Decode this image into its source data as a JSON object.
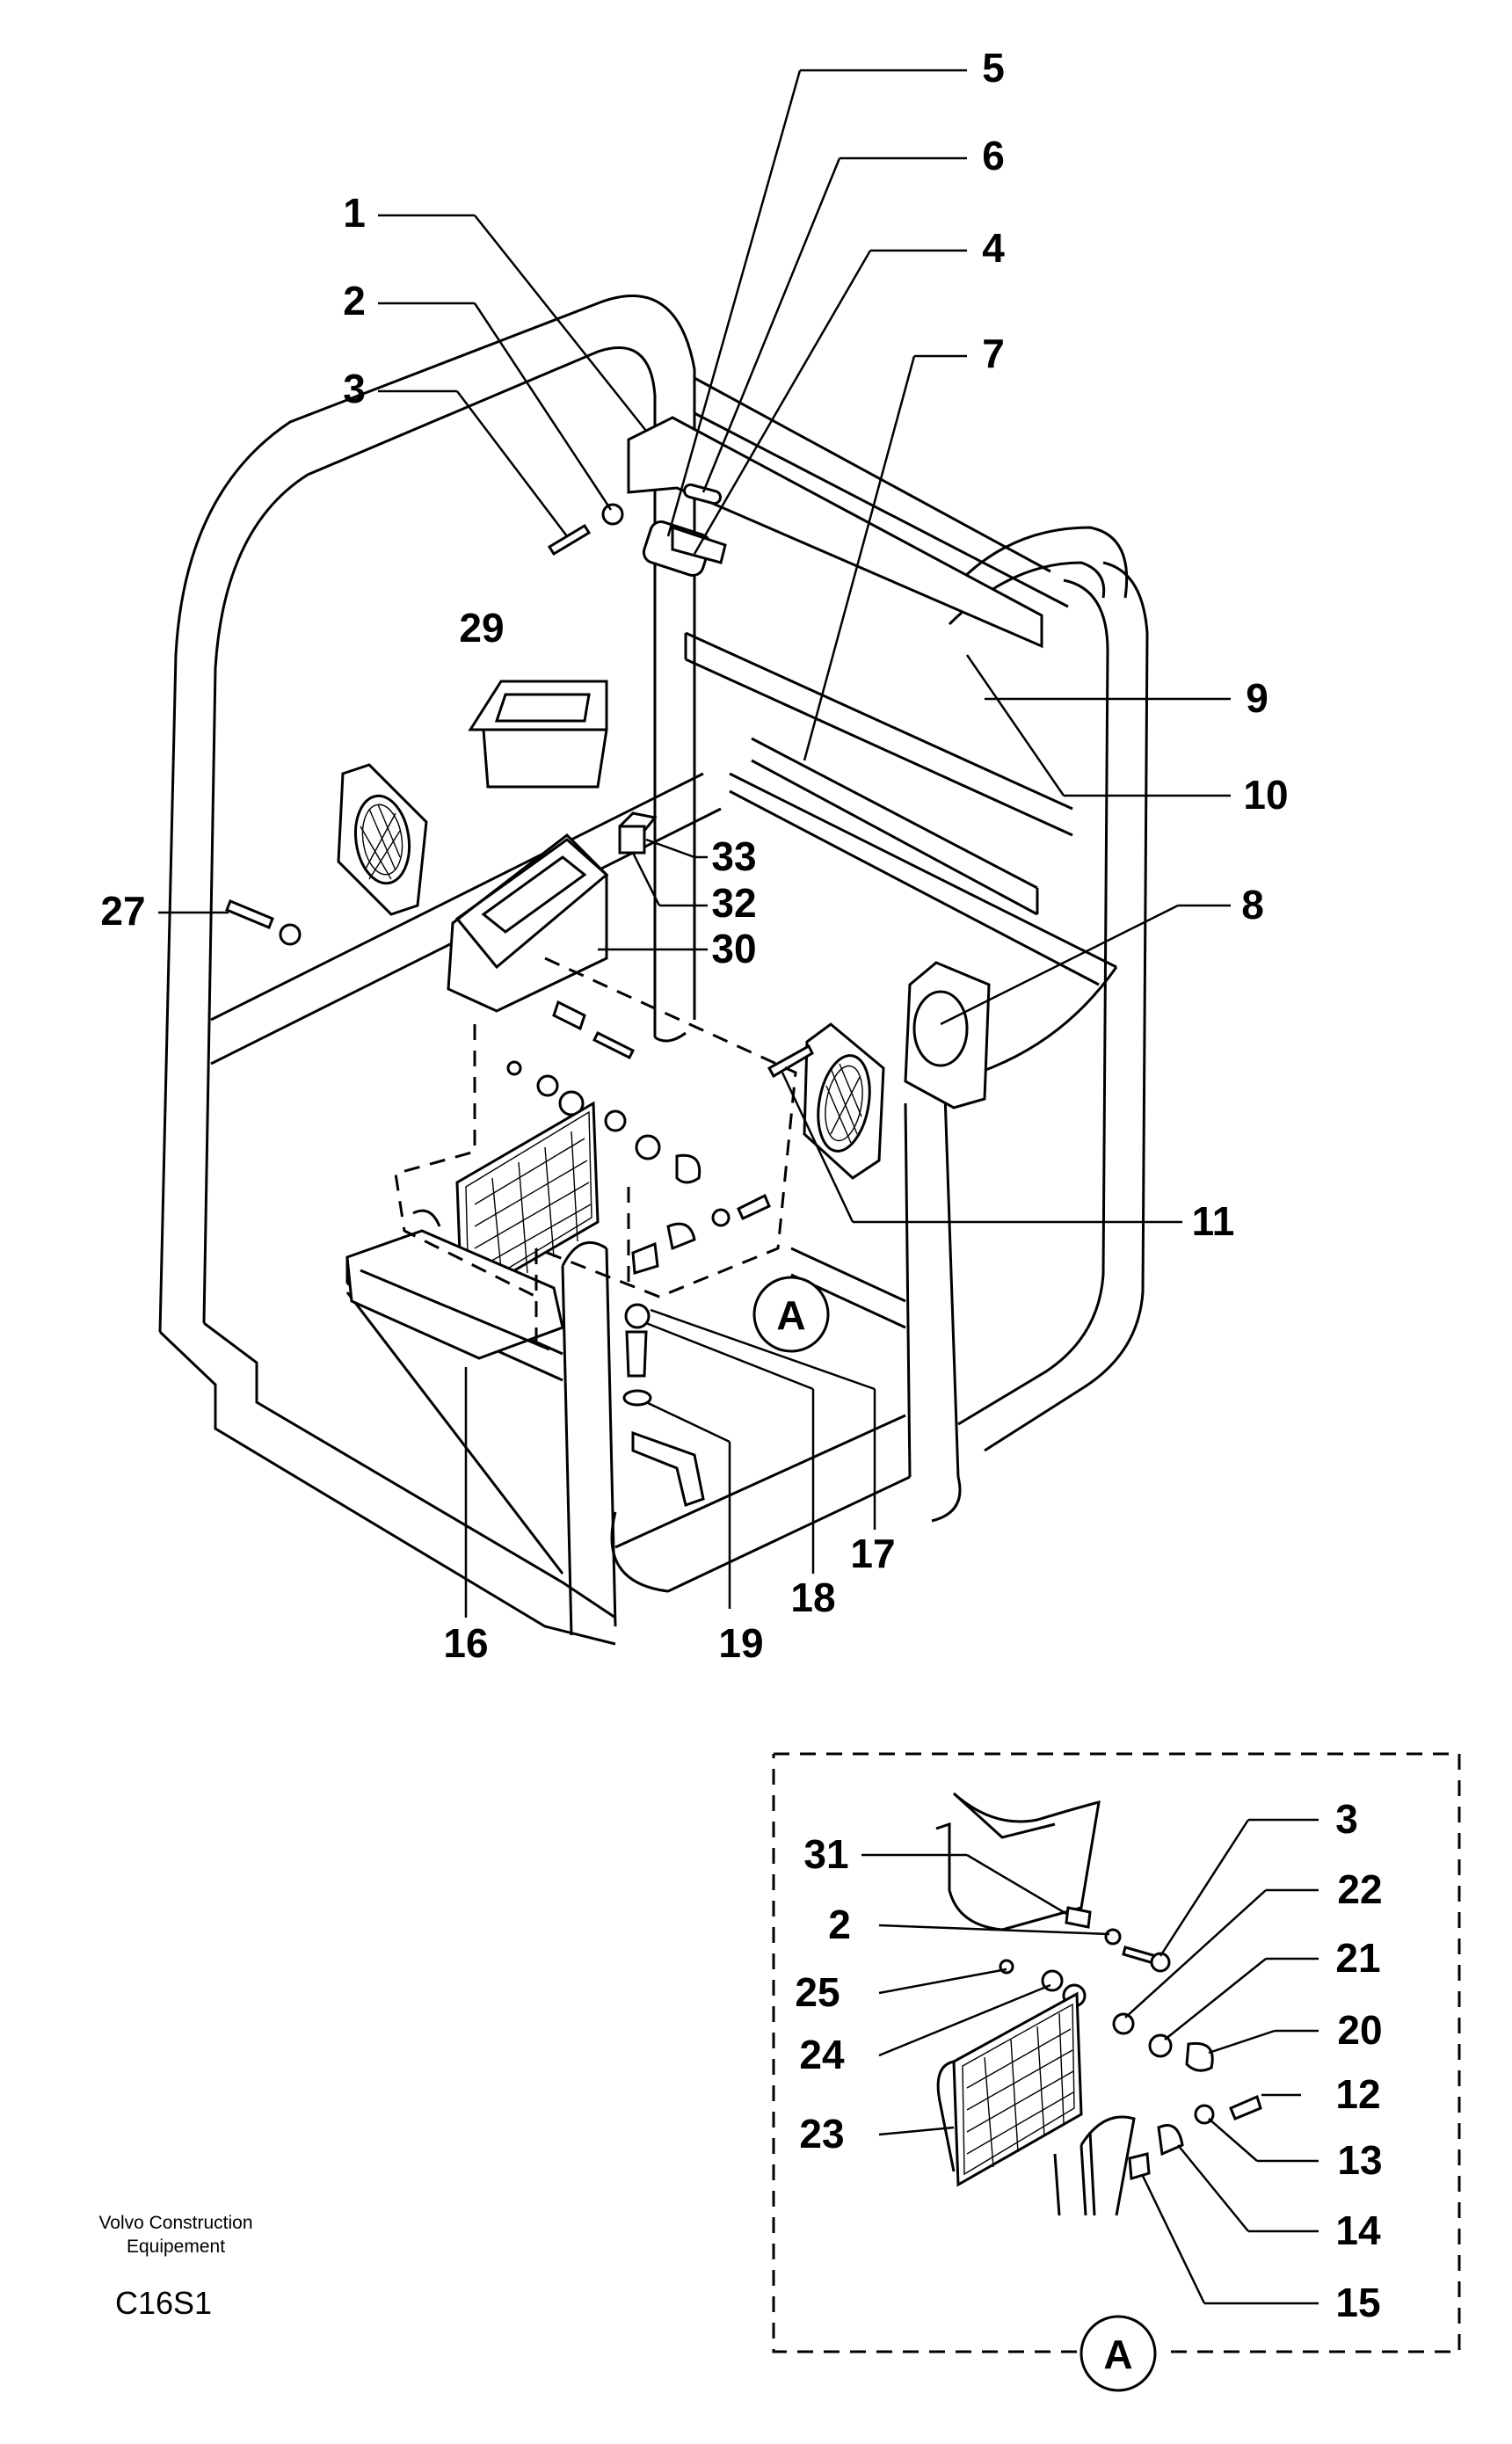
{
  "diagram": {
    "footer": {
      "company_line1": "Volvo Construction",
      "company_line2": "Equipement",
      "code": "C16S1"
    },
    "main_labels": [
      "1",
      "2",
      "3",
      "5",
      "6",
      "4",
      "7",
      "29",
      "9",
      "10",
      "33",
      "32",
      "30",
      "27",
      "8",
      "11",
      "A",
      "16",
      "19",
      "18",
      "17"
    ],
    "detail_view": {
      "marker": "A",
      "labels": [
        "31",
        "2",
        "25",
        "24",
        "23",
        "3",
        "22",
        "21",
        "20",
        "12",
        "13",
        "14",
        "15"
      ]
    }
  }
}
